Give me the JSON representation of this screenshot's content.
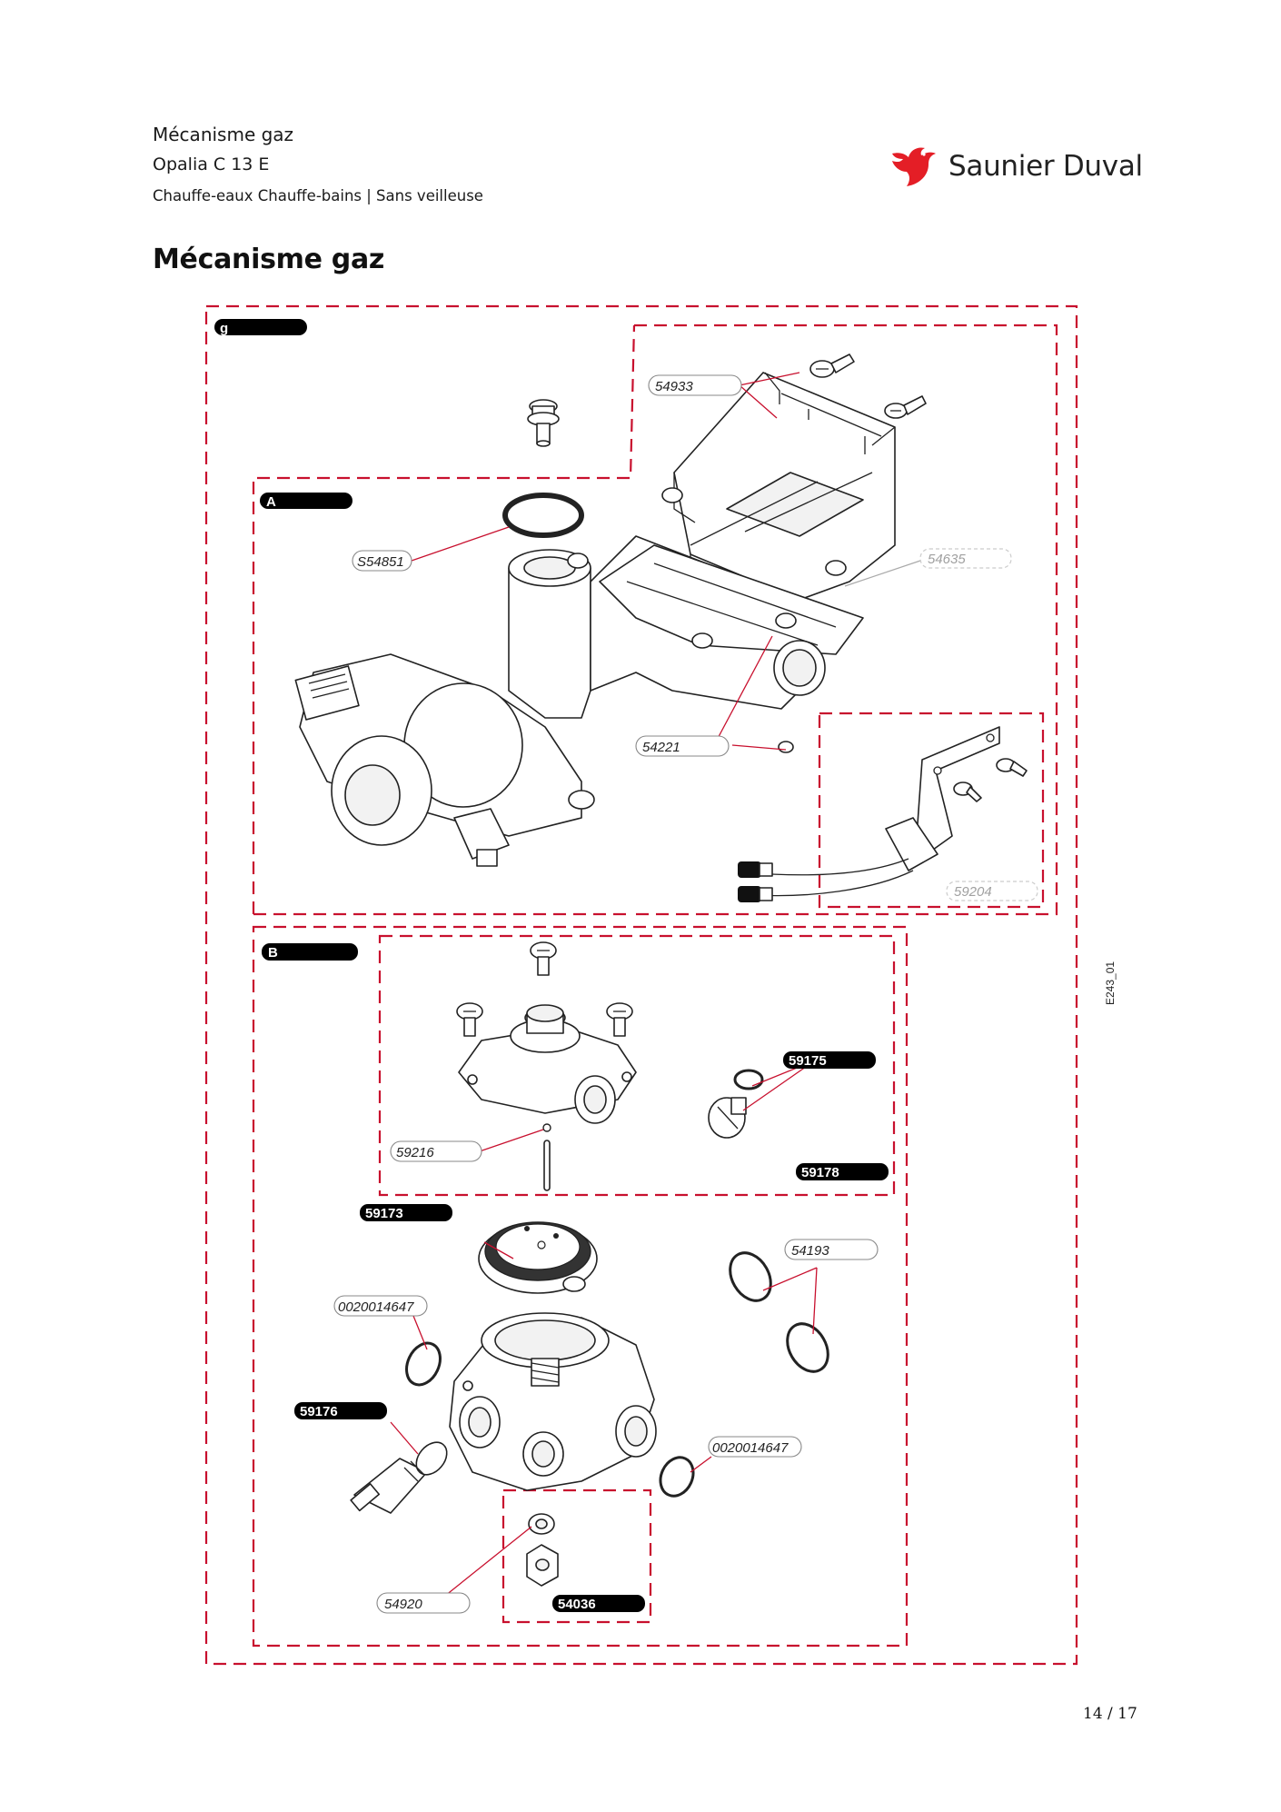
{
  "header": {
    "line1": "Mécanisme gaz",
    "line2": "Opalia C 13 E",
    "line3": "Chauffe-eaux Chauffe-bains | Sans veilleuse"
  },
  "brand": {
    "name": "Saunier Duval",
    "color": "#e41e26",
    "logo_icon": "bird-logo-icon"
  },
  "page_title": "Mécanisme gaz",
  "diagram": {
    "group_labels": [
      "g",
      "A",
      "B"
    ],
    "part_refs": {
      "p54933": "54933",
      "pS54851": "S54851",
      "p54635": "54635",
      "p54221": "54221",
      "p59204": "59204",
      "p59175": "59175",
      "p59216": "59216",
      "p59178": "59178",
      "p59173": "59173",
      "p54193": "54193",
      "p0020014647a": "0020014647",
      "p59176": "59176",
      "p0020014647b": "0020014647",
      "p54920": "54920",
      "p54036": "54036"
    },
    "drawing_code": "E243_01",
    "frame_color": "#c8102e"
  },
  "footer": {
    "page": "14 / 17"
  }
}
